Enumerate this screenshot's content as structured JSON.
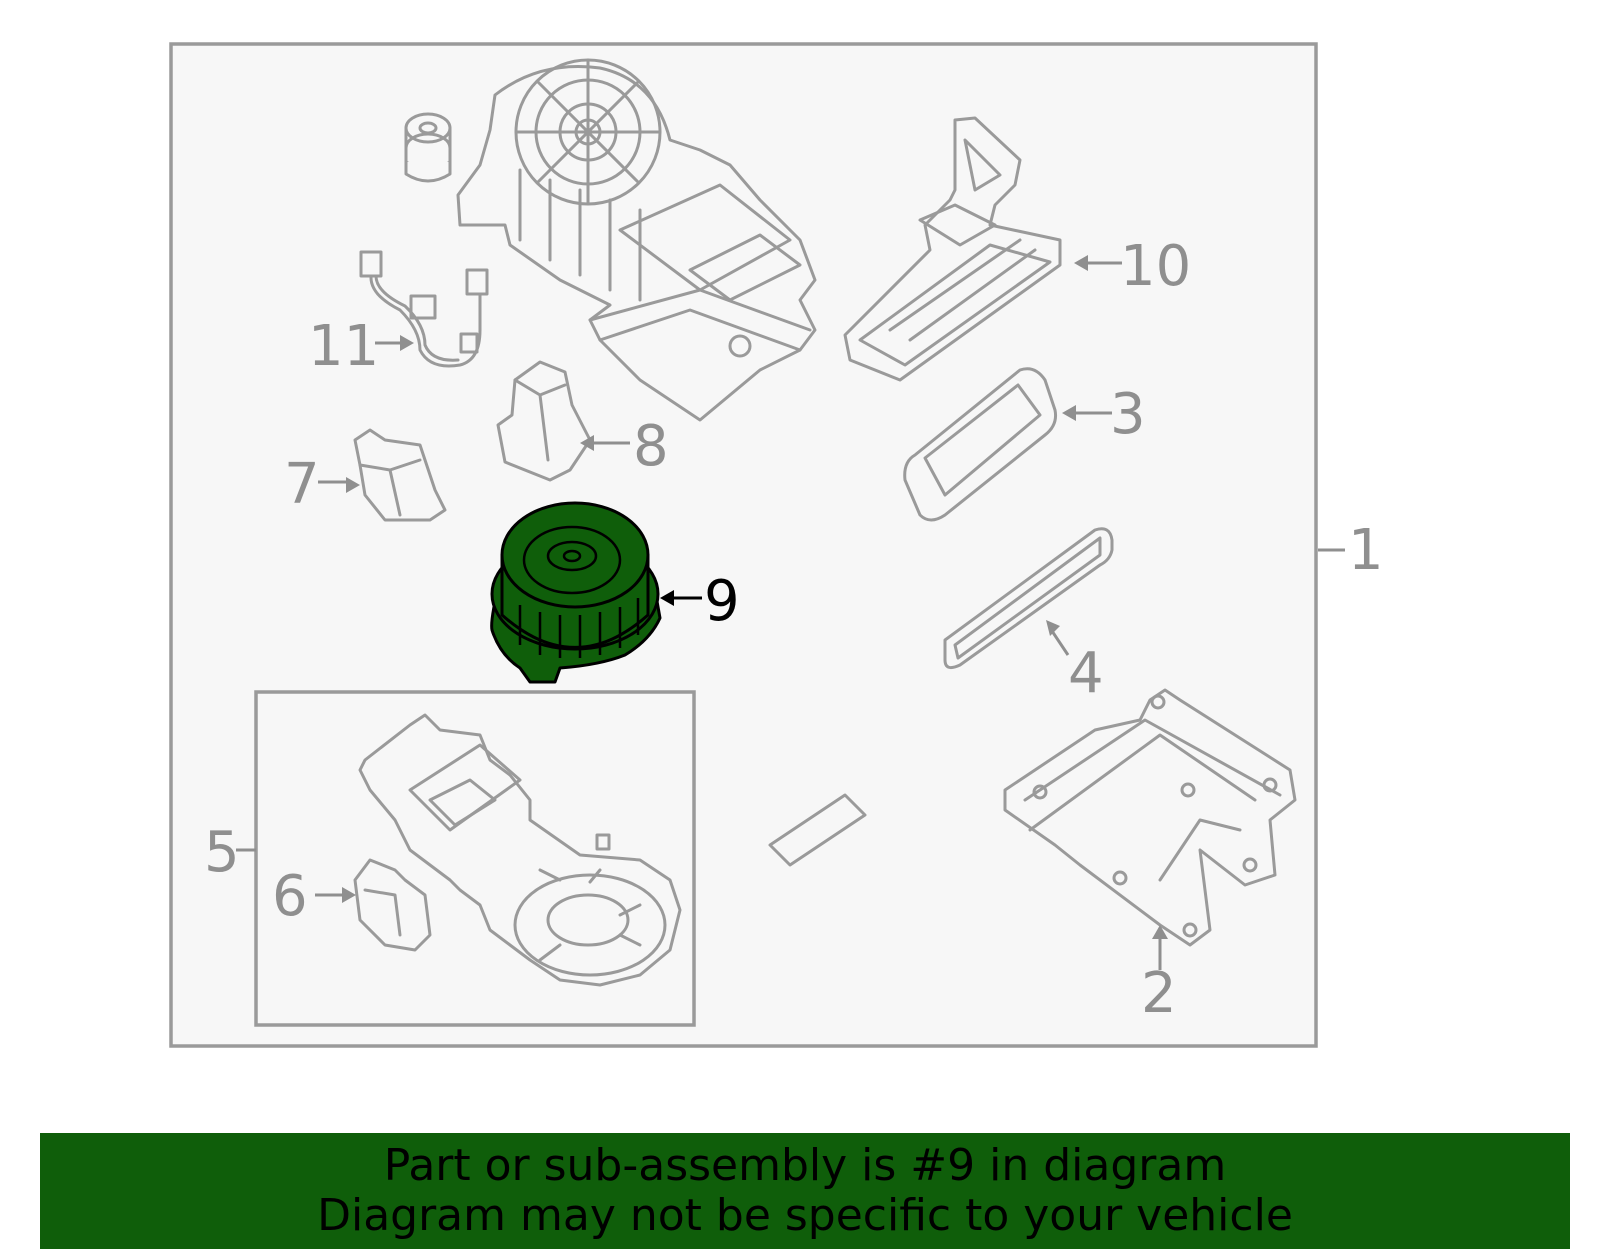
{
  "callouts": {
    "c1": "1",
    "c2": "2",
    "c3": "3",
    "c4": "4",
    "c5": "5",
    "c6": "6",
    "c7": "7",
    "c8": "8",
    "c9": "9",
    "c10": "10",
    "c11": "11"
  },
  "highlight": {
    "part": "9",
    "color": "#0f5e0a"
  },
  "banner": {
    "line1": "Part or sub-assembly is #9 in diagram",
    "line2": "Diagram may not be specific to your vehicle"
  }
}
